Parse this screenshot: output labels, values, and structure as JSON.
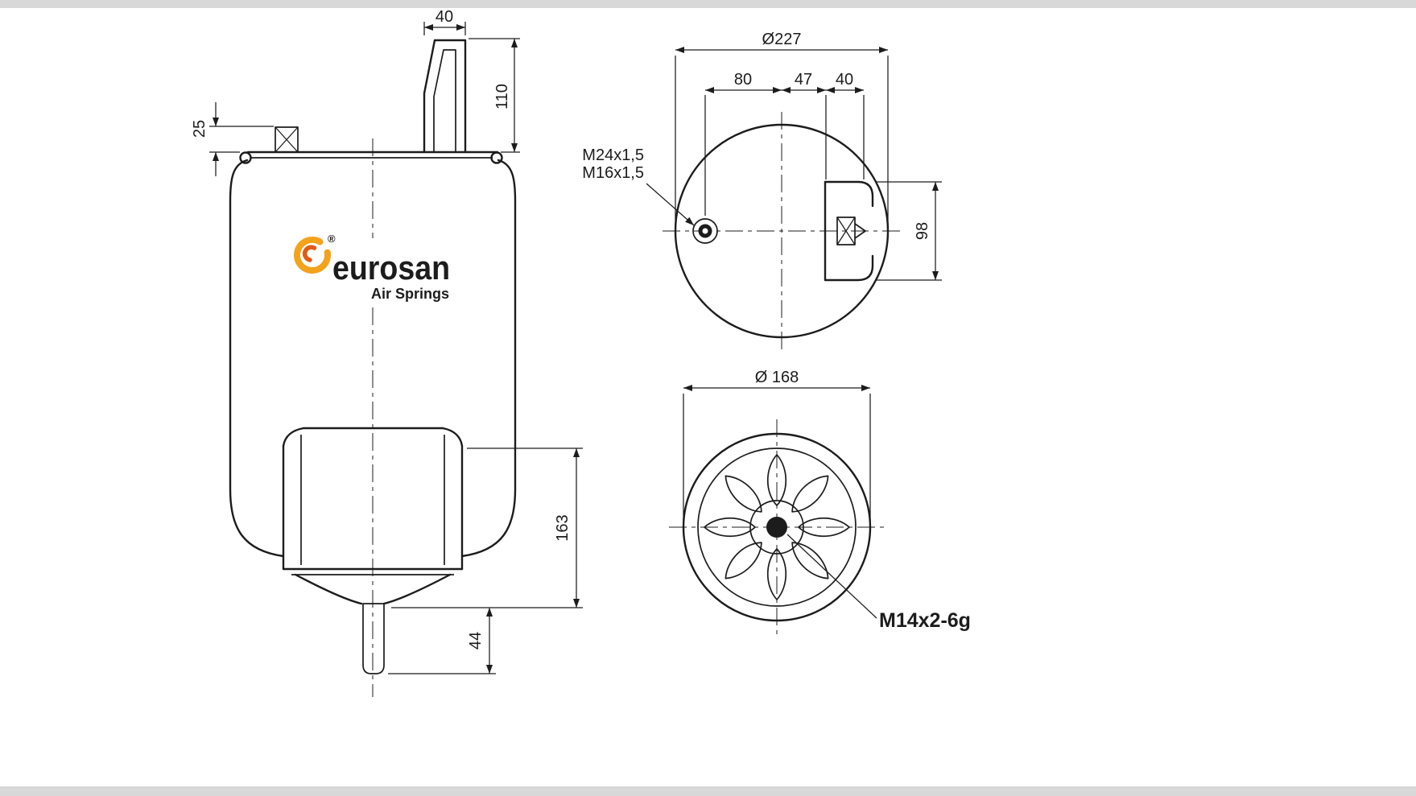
{
  "logo": {
    "brand": "eurosan",
    "tagline": "Air Springs",
    "registered": "®",
    "text_color": "#1d3c66",
    "swirl_outer": "#f2a21b",
    "swirl_inner": "#e05a17"
  },
  "side_view": {
    "dim_top_width": "40",
    "dim_bracket_height": "110",
    "dim_stud_height": "25",
    "dim_piston_height": "163",
    "dim_bottom_stud": "44"
  },
  "top_view": {
    "dim_outer_diameter": "Ø227",
    "dim_port_offset": "80",
    "dim_center_offset": "47",
    "dim_bracket_offset": "40",
    "dim_bracket_height": "98",
    "label_port_thread_1": "M24x1,5",
    "label_port_thread_2": "M16x1,5"
  },
  "bottom_view": {
    "dim_outer_diameter": "Ø 168",
    "label_stud_thread": "M14x2-6g"
  }
}
